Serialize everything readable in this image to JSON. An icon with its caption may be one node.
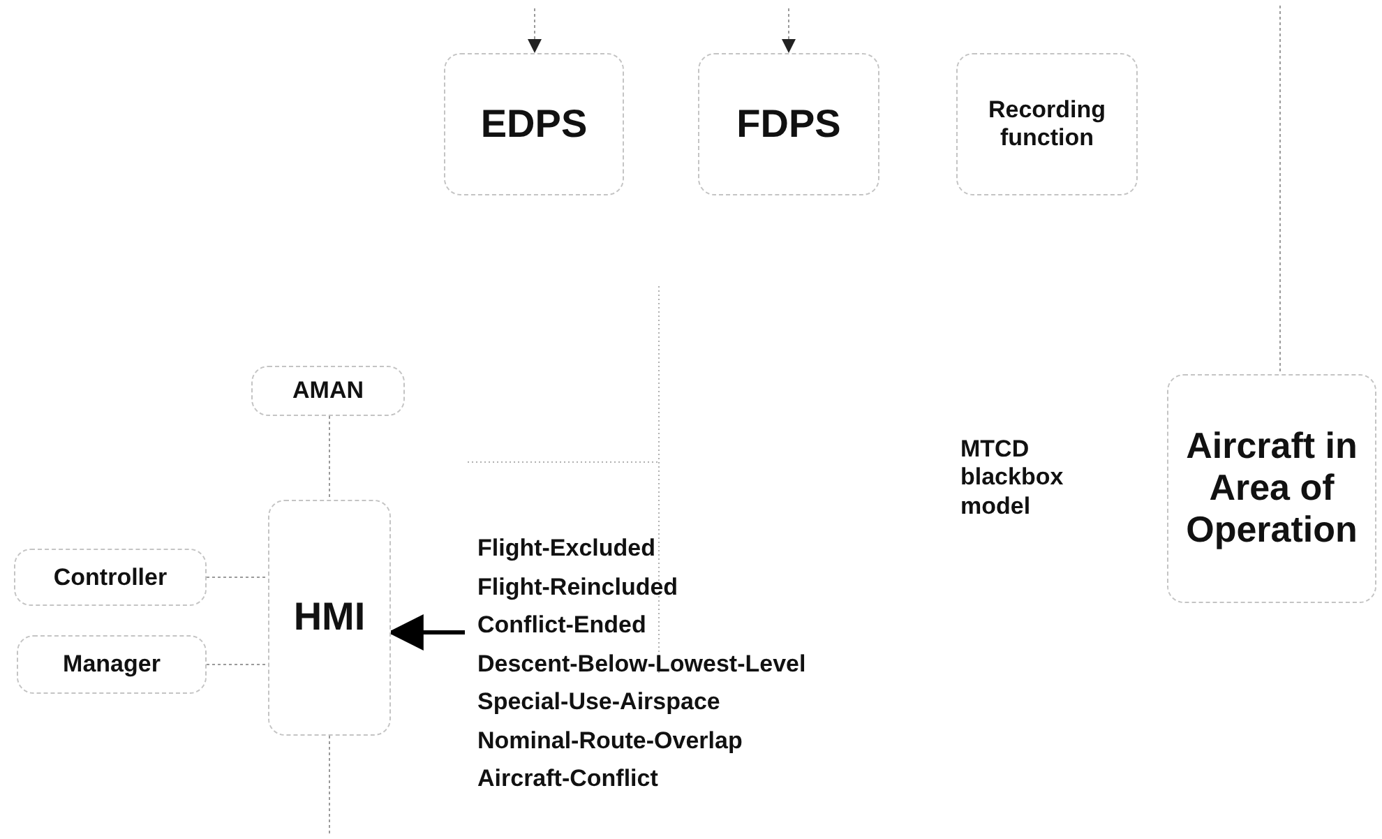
{
  "diagram": {
    "nodes": [
      {
        "text": [
          "EDPS"
        ]
      },
      {
        "text": [
          "FDPS"
        ]
      },
      {
        "text": [
          "Recording function"
        ]
      },
      {
        "text": [
          "AMAN"
        ]
      },
      {
        "text": [
          "HMI"
        ]
      },
      {
        "text": [
          "Controller"
        ]
      },
      {
        "text": [
          "Manager"
        ]
      },
      {
        "text": [
          "MTCD blackbox model"
        ]
      },
      {
        "text": [
          "Aircraft in Area of Operation"
        ]
      },
      {
        "text": [
          "Flight-Excluded",
          "Flight-Reincluded",
          "Conflict-Ended",
          "Descent-Below-Lowest-Level",
          "Special-Use-Airspace",
          "Nominal-Route-Overlap",
          "Aircraft-Conflict"
        ]
      }
    ],
    "edges": [
      {
        "from": null,
        "to": 0,
        "arrow": "to",
        "style": "dashed"
      },
      {
        "from": null,
        "to": 1,
        "arrow": "to",
        "style": "dashed"
      },
      {
        "from": 3,
        "to": 4,
        "arrow": "none",
        "style": "dashed"
      },
      {
        "from": 5,
        "to": 4,
        "arrow": "none",
        "style": "dashed"
      },
      {
        "from": 6,
        "to": 4,
        "arrow": "none",
        "style": "dashed"
      },
      {
        "from": 9,
        "to": 4,
        "arrow": "to",
        "style": "thick",
        "color": "#000000"
      },
      {
        "from": 4,
        "to": null,
        "arrow": "none",
        "style": "dashed"
      },
      {
        "from": null,
        "to": 8,
        "arrow": "none",
        "style": "dashed"
      }
    ]
  }
}
